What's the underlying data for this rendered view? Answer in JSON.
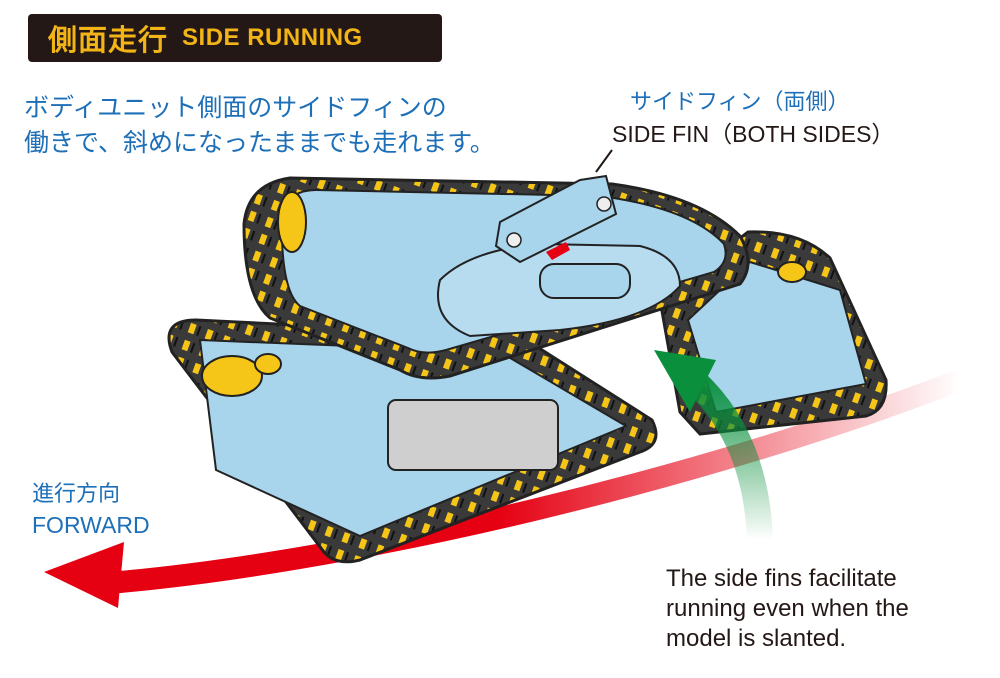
{
  "title": {
    "jp": "側面走行",
    "en": "SIDE RUNNING"
  },
  "description_jp": [
    "ボディユニット側面のサイドフィンの",
    "働きで、斜めになったままでも走れます。"
  ],
  "side_fin_label": {
    "jp": "サイドフィン（両側）",
    "en": "SIDE FIN（BOTH SIDES）"
  },
  "forward_label": {
    "jp": "進行方向",
    "en": "FORWARD"
  },
  "caption": [
    "The side fins facilitate",
    "running even when the",
    "model is slanted."
  ],
  "colors": {
    "title_bg": "#231815",
    "title_text": "#f2b416",
    "jp_text": "#1d6fb8",
    "body": "#a8d4ec",
    "track": "#3a3a3a",
    "wheel": "#f5c518",
    "arrow_red": "#e50012",
    "arrow_green": "#0a8f3c"
  }
}
